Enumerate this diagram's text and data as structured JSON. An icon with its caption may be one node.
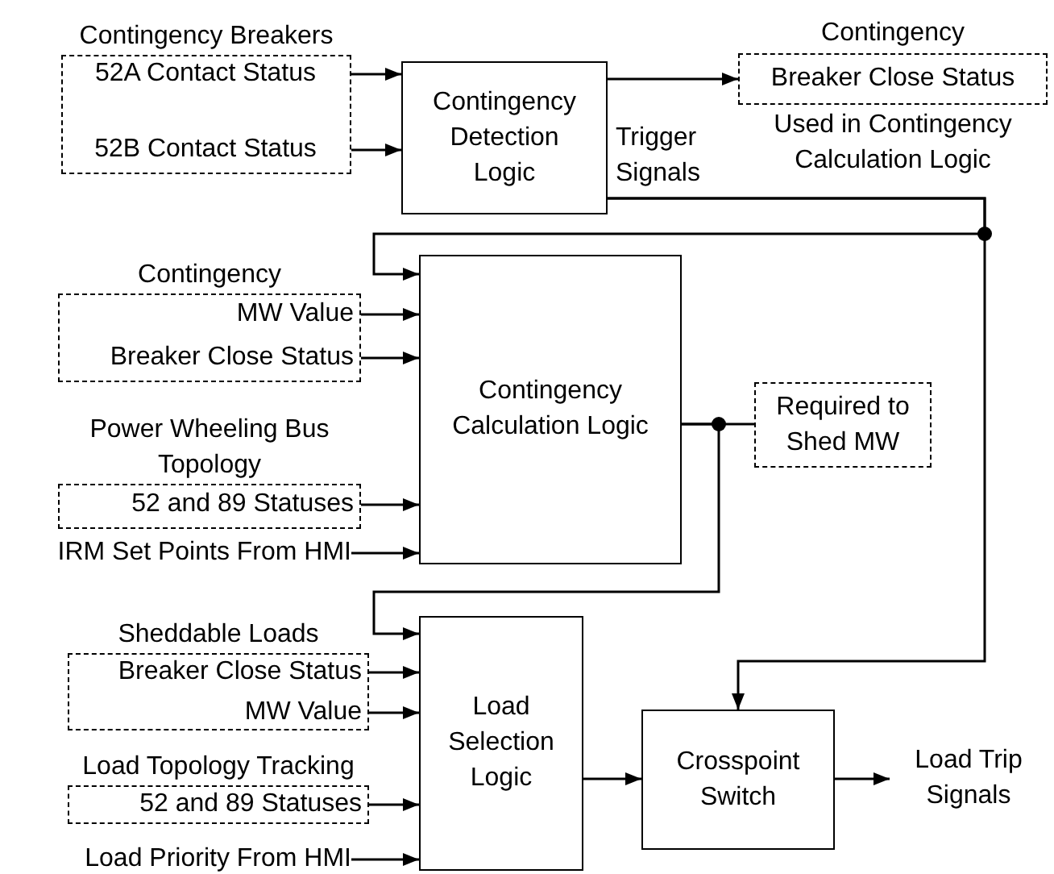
{
  "diagram": {
    "nodes": [
      {
        "text": [
          "Contingency Breakers"
        ]
      },
      {
        "text": [
          "52A Contact Status"
        ],
        "in": 0
      },
      {
        "text": [
          "52B Contact Status"
        ],
        "in": 0
      },
      {
        "text": [
          "Contingency Detection Logic"
        ]
      },
      {
        "text": [
          "Contingency",
          "Breaker Close Status"
        ],
        "beside": [
          "Used in Contingency Calculation Logic"
        ]
      },
      {
        "text": [
          "Contingency"
        ]
      },
      {
        "text": [
          "MW Value"
        ],
        "in": 5
      },
      {
        "text": [
          "Breaker Close Status"
        ],
        "in": 5
      },
      {
        "text": [
          "Contingency Calculation Logic"
        ]
      },
      {
        "text": [
          "Required to Shed MW"
        ]
      },
      {
        "text": [
          "Power Wheeling Bus Topology"
        ]
      },
      {
        "text": [
          "52 and 89 Statuses"
        ],
        "in": 10
      },
      {
        "text": [
          "IRM Set Points From HMI"
        ]
      },
      {
        "text": [
          "Sheddable Loads"
        ]
      },
      {
        "text": [
          "Breaker Close Status"
        ],
        "in": 13
      },
      {
        "text": [
          "MW Value"
        ],
        "in": 13
      },
      {
        "text": [
          "Load Selection Logic"
        ]
      },
      {
        "text": [
          "Load Topology Tracking"
        ]
      },
      {
        "text": [
          "52 and 89 Statuses"
        ],
        "in": 17
      },
      {
        "text": [
          "Load Priority From HMI"
        ]
      },
      {
        "text": [
          "Crosspoint Switch"
        ]
      },
      {
        "text": [
          "Load Trip Signals"
        ]
      }
    ],
    "edges": [
      {
        "from": 1,
        "to": 3,
        "arrow": "to"
      },
      {
        "from": 2,
        "to": 3,
        "arrow": "to"
      },
      {
        "from": 3,
        "to": 4,
        "arrow": "to"
      },
      {
        "from": 3,
        "to": 8,
        "arrow": "to"
      },
      {
        "from": 3,
        "to": 20,
        "arrow": "to"
      },
      {
        "from": 6,
        "to": 8,
        "arrow": "to"
      },
      {
        "from": 7,
        "to": 8,
        "arrow": "to"
      },
      {
        "from": 11,
        "to": 8,
        "arrow": "to"
      },
      {
        "from": 12,
        "to": 8,
        "arrow": "to"
      },
      {
        "from": 8,
        "to": 9,
        "arrow": "none"
      },
      {
        "from": 8,
        "to": 16,
        "arrow": "to"
      },
      {
        "from": 14,
        "to": 16,
        "arrow": "to"
      },
      {
        "from": 15,
        "to": 16,
        "arrow": "to"
      },
      {
        "from": 18,
        "to": 16,
        "arrow": "to"
      },
      {
        "from": 19,
        "to": 16,
        "arrow": "to"
      },
      {
        "from": 16,
        "to": 20,
        "arrow": "to"
      },
      {
        "from": 20,
        "to": 21,
        "arrow": "to"
      }
    ],
    "labels": [
      "Trigger Signals"
    ]
  }
}
